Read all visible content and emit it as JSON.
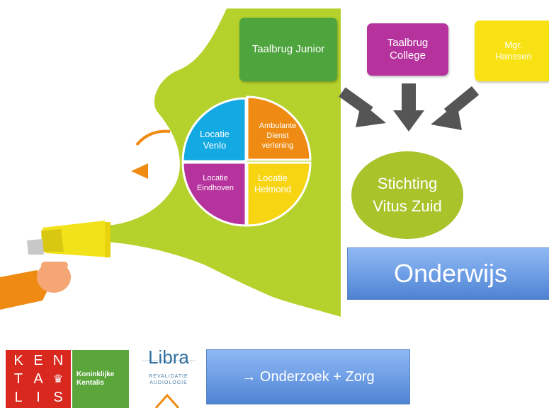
{
  "schools": [
    {
      "label": "Taalbrug Junior",
      "color": "#4ea43d"
    },
    {
      "label": "Taalbrug\nCollege",
      "color": "#b6339d"
    },
    {
      "label": "Mgr.\nHanssen",
      "color": "#f8e214"
    }
  ],
  "foundation": {
    "label": "Stichting\nVitus Zuid",
    "color": "#a9c32b"
  },
  "education_banner": {
    "label": "Onderwijs"
  },
  "research_banner": {
    "label": "→ Onderzoek + Zorg"
  },
  "locations": [
    {
      "label": "Locatie\nVenlo",
      "color": "#13a9e3"
    },
    {
      "label": "Ambulante\nDienst\nverlening",
      "color": "#ef8b12"
    },
    {
      "label": "Locatie\nEindhoven",
      "color": "#b6339d"
    },
    {
      "label": "Locatie\nHelmond",
      "color": "#f8d512"
    }
  ],
  "megaphone_color": "#b5d12b",
  "kentalis": {
    "letters": [
      "K",
      "E",
      "N",
      "T",
      "A",
      "♛",
      "L",
      "I",
      "S"
    ],
    "name_line1": "Koninklijke",
    "name_line2": "Kentalis"
  },
  "libra": {
    "name": "Libra",
    "sub_line1": "REVALIDATIE",
    "sub_line2": "AUDIOLOGIE"
  }
}
